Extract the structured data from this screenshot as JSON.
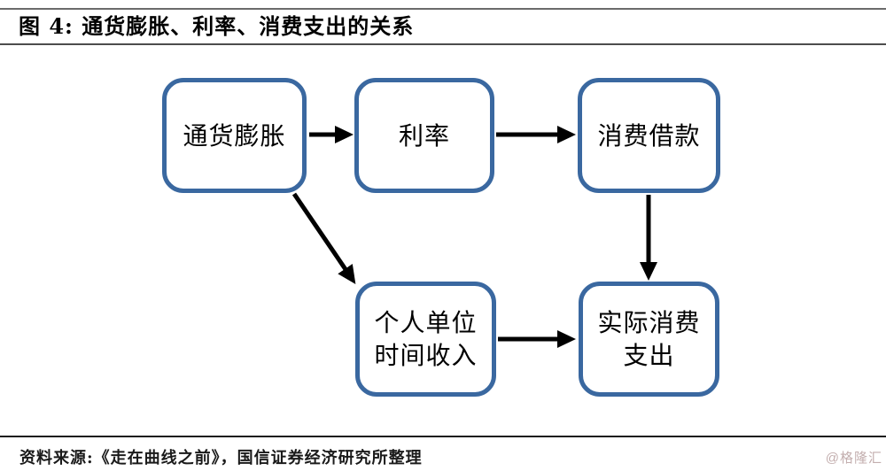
{
  "header": {
    "title": "图 4: 通货膨胀、利率、消费支出的关系"
  },
  "diagram": {
    "nodes": {
      "inflation": {
        "label": "通货膨胀"
      },
      "interest_rate": {
        "label": "利率"
      },
      "consumer_borrowing": {
        "label": "消费借款"
      },
      "personal_income": {
        "label": "个人单位\n时间收入"
      },
      "actual_spending": {
        "label": "实际消费\n支出"
      }
    },
    "edges": [
      {
        "from": "通货膨胀",
        "to": "利率"
      },
      {
        "from": "利率",
        "to": "消费借款"
      },
      {
        "from": "消费借款",
        "to": "实际消费支出"
      },
      {
        "from": "通货膨胀",
        "to": "个人单位时间收入"
      },
      {
        "from": "个人单位时间收入",
        "to": "实际消费支出"
      }
    ]
  },
  "footer": {
    "source": "资料来源:《走在曲线之前》，国信证券经济研究所整理",
    "watermark": "@格隆汇"
  },
  "colors": {
    "box_border": "#3a68a0",
    "arrow": "#000000",
    "header_rule": "#6b6b6b",
    "footer_rule": "#1a1a1a",
    "watermark": "#c3aeae"
  }
}
